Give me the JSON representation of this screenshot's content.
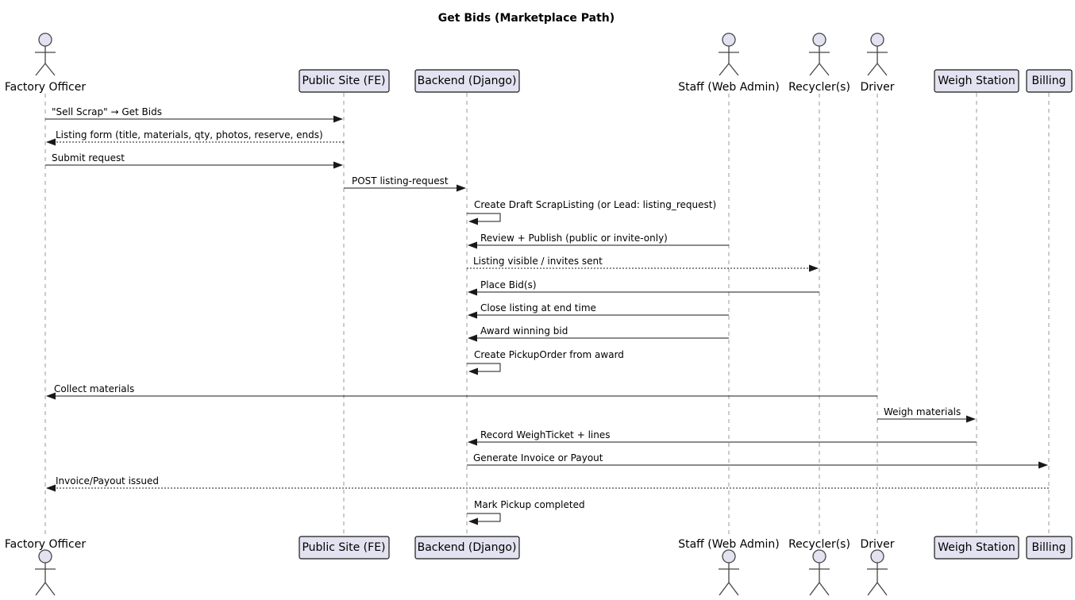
{
  "title": "Get Bids (Marketplace Path)",
  "diagram_type": "uml-sequence",
  "participants": [
    {
      "name": "Factory Officer",
      "kind": "actor"
    },
    {
      "name": "Public Site (FE)",
      "kind": "participant"
    },
    {
      "name": "Backend (Django)",
      "kind": "participant"
    },
    {
      "name": "Staff (Web Admin)",
      "kind": "actor"
    },
    {
      "name": "Recycler(s)",
      "kind": "actor"
    },
    {
      "name": "Driver",
      "kind": "actor"
    },
    {
      "name": "Weigh Station",
      "kind": "participant"
    },
    {
      "name": "Billing",
      "kind": "participant"
    }
  ],
  "messages": [
    {
      "from": "Factory Officer",
      "to": "Public Site (FE)",
      "label": "\"Sell Scrap\" → Get Bids",
      "line": "solid"
    },
    {
      "from": "Public Site (FE)",
      "to": "Factory Officer",
      "label": "Listing form (title, materials, qty, photos, reserve, ends)",
      "line": "dashed"
    },
    {
      "from": "Factory Officer",
      "to": "Public Site (FE)",
      "label": "Submit request",
      "line": "solid"
    },
    {
      "from": "Public Site (FE)",
      "to": "Backend (Django)",
      "label": "POST listing-request",
      "line": "solid"
    },
    {
      "from": "Backend (Django)",
      "to": "Backend (Django)",
      "label": "Create Draft ScrapListing (or Lead: listing_request)",
      "line": "solid"
    },
    {
      "from": "Staff (Web Admin)",
      "to": "Backend (Django)",
      "label": "Review + Publish (public or invite-only)",
      "line": "solid"
    },
    {
      "from": "Backend (Django)",
      "to": "Recycler(s)",
      "label": "Listing visible / invites sent",
      "line": "dashed"
    },
    {
      "from": "Recycler(s)",
      "to": "Backend (Django)",
      "label": "Place Bid(s)",
      "line": "solid"
    },
    {
      "from": "Staff (Web Admin)",
      "to": "Backend (Django)",
      "label": "Close listing at end time",
      "line": "solid"
    },
    {
      "from": "Staff (Web Admin)",
      "to": "Backend (Django)",
      "label": "Award winning bid",
      "line": "solid"
    },
    {
      "from": "Backend (Django)",
      "to": "Backend (Django)",
      "label": "Create PickupOrder from award",
      "line": "solid"
    },
    {
      "from": "Driver",
      "to": "Factory Officer",
      "label": "Collect materials",
      "line": "solid"
    },
    {
      "from": "Driver",
      "to": "Weigh Station",
      "label": "Weigh materials",
      "line": "solid"
    },
    {
      "from": "Weigh Station",
      "to": "Backend (Django)",
      "label": "Record WeighTicket + lines",
      "line": "solid"
    },
    {
      "from": "Backend (Django)",
      "to": "Billing",
      "label": "Generate Invoice or Payout",
      "line": "solid"
    },
    {
      "from": "Billing",
      "to": "Factory Officer",
      "label": "Invoice/Payout issued",
      "line": "dashed"
    },
    {
      "from": "Backend (Django)",
      "to": "Backend (Django)",
      "label": "Mark Pickup completed",
      "line": "solid"
    }
  ],
  "colors": {
    "participant_fill": "#E2E2F0",
    "participant_border": "#181818",
    "message_line": "#181818",
    "lifeline": "#999999",
    "text": "#000000",
    "background": "#FFFFFF"
  }
}
